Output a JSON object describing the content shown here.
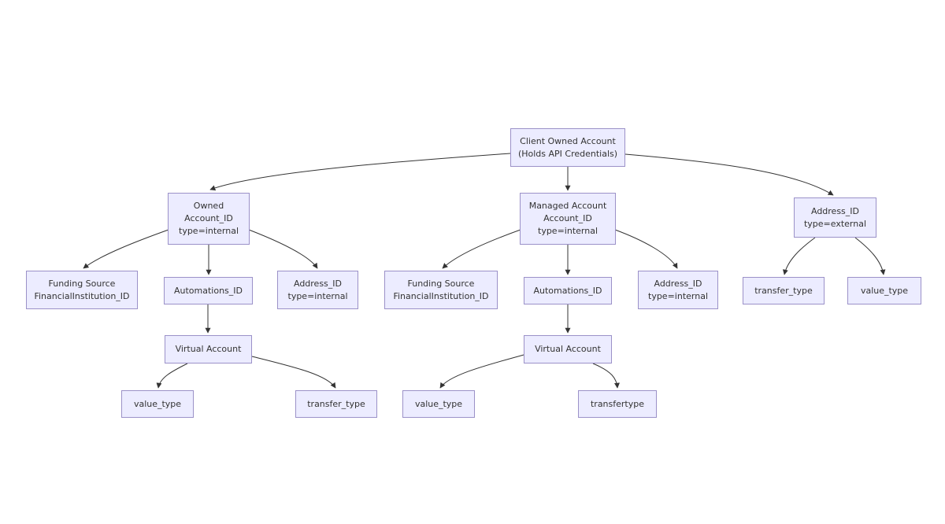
{
  "diagram": {
    "type": "flowchart-tree",
    "colors": {
      "background": "#ffffff",
      "node_fill": "#ECECFF",
      "node_border": "#9b91c8",
      "node_text": "#333333",
      "edge": "#333333"
    },
    "nodes": {
      "client": {
        "lines": [
          "Client Owned Account",
          "(Holds API Credentials)"
        ]
      },
      "owned": {
        "lines": [
          "Owned",
          "Account_ID",
          "type=internal"
        ]
      },
      "managed": {
        "lines": [
          "Managed Account",
          "Account_ID",
          "type=internal"
        ]
      },
      "addr_ext": {
        "lines": [
          "Address_ID",
          "type=external"
        ]
      },
      "fund1": {
        "lines": [
          "Funding Source",
          "FinancialInstitution_ID"
        ]
      },
      "auto1": {
        "lines": [
          "Automations_ID"
        ]
      },
      "addr_int1": {
        "lines": [
          "Address_ID",
          "type=internal"
        ]
      },
      "fund2": {
        "lines": [
          "Funding Source",
          "FinancialInstitution_ID"
        ]
      },
      "auto2": {
        "lines": [
          "Automations_ID"
        ]
      },
      "addr_int2": {
        "lines": [
          "Address_ID",
          "type=internal"
        ]
      },
      "transfer_right": {
        "lines": [
          "transfer_type"
        ]
      },
      "value_right": {
        "lines": [
          "value_type"
        ]
      },
      "virtual1": {
        "lines": [
          "Virtual Account"
        ]
      },
      "virtual2": {
        "lines": [
          "Virtual Account"
        ]
      },
      "value1": {
        "lines": [
          "value_type"
        ]
      },
      "transfer1": {
        "lines": [
          "transfer_type"
        ]
      },
      "value2": {
        "lines": [
          "value_type"
        ]
      },
      "transfertype2": {
        "lines": [
          "transfertype"
        ]
      }
    },
    "edges": [
      {
        "from": "client",
        "to": "owned"
      },
      {
        "from": "client",
        "to": "managed"
      },
      {
        "from": "client",
        "to": "addr_ext"
      },
      {
        "from": "owned",
        "to": "fund1"
      },
      {
        "from": "owned",
        "to": "auto1"
      },
      {
        "from": "owned",
        "to": "addr_int1"
      },
      {
        "from": "auto1",
        "to": "virtual1"
      },
      {
        "from": "virtual1",
        "to": "value1"
      },
      {
        "from": "virtual1",
        "to": "transfer1"
      },
      {
        "from": "managed",
        "to": "fund2"
      },
      {
        "from": "managed",
        "to": "auto2"
      },
      {
        "from": "managed",
        "to": "addr_int2"
      },
      {
        "from": "auto2",
        "to": "virtual2"
      },
      {
        "from": "virtual2",
        "to": "value2"
      },
      {
        "from": "virtual2",
        "to": "transfertype2"
      },
      {
        "from": "addr_ext",
        "to": "transfer_right"
      },
      {
        "from": "addr_ext",
        "to": "value_right"
      }
    ]
  }
}
